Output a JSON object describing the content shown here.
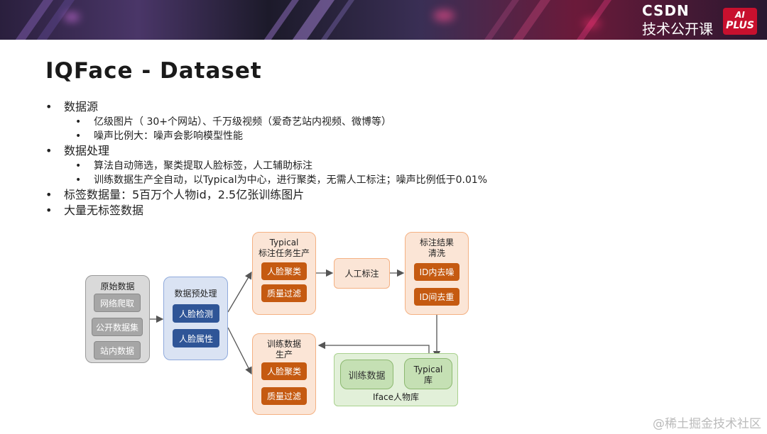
{
  "banner": {
    "logo_csdn": "CSDN",
    "logo_sub": "技术公开课",
    "logo_ai": "AI",
    "logo_plus": "PLUS"
  },
  "title": "IQFace - Dataset",
  "bullets": [
    {
      "text": "数据源",
      "sub": [
        "亿级图片（ 30+个网站）、千万级视频（爱奇艺站内视频、微博等）",
        "噪声比例大：噪声会影响模型性能"
      ]
    },
    {
      "text": "数据处理",
      "sub": [
        "算法自动筛选，聚类提取人脸标签，人工辅助标注",
        "训练数据生产全自动，以Typical为中心，进行聚类，无需人工标注；噪声比例低于0.01%"
      ]
    },
    {
      "text": "标签数据量：5百万个人物id，2.5亿张训练图片",
      "sub": []
    },
    {
      "text": "大量无标签数据",
      "sub": []
    }
  ],
  "diagram": {
    "raw": {
      "title": "原始数据",
      "items": [
        "网络爬取",
        "公开数据集",
        "站内数据"
      ]
    },
    "pre": {
      "title": "数据预处理",
      "items": [
        "人脸检测",
        "人脸属性"
      ]
    },
    "typical_task": {
      "title_line1": "Typical",
      "title_line2": "标注任务生产",
      "items": [
        "人脸聚类",
        "质量过滤"
      ]
    },
    "manual": {
      "label": "人工标注"
    },
    "clean": {
      "title_line1": "标注结果",
      "title_line2": "清洗",
      "items": [
        "ID内去噪",
        "ID间去重"
      ]
    },
    "train_prod": {
      "title_line1": "训练数据",
      "title_line2": "生产",
      "items": [
        "人脸聚类",
        "质量过滤"
      ]
    },
    "iface": {
      "label": "Iface人物库",
      "train_data": "训练数据",
      "typical_lib_line1": "Typical",
      "typical_lib_line2": "库"
    }
  },
  "watermark": "@稀土掘金技术社区",
  "colors": {
    "gray": "#a6a6a6",
    "blue": "#2f5597",
    "orange": "#c55a11",
    "green": "#c5e0b4"
  }
}
